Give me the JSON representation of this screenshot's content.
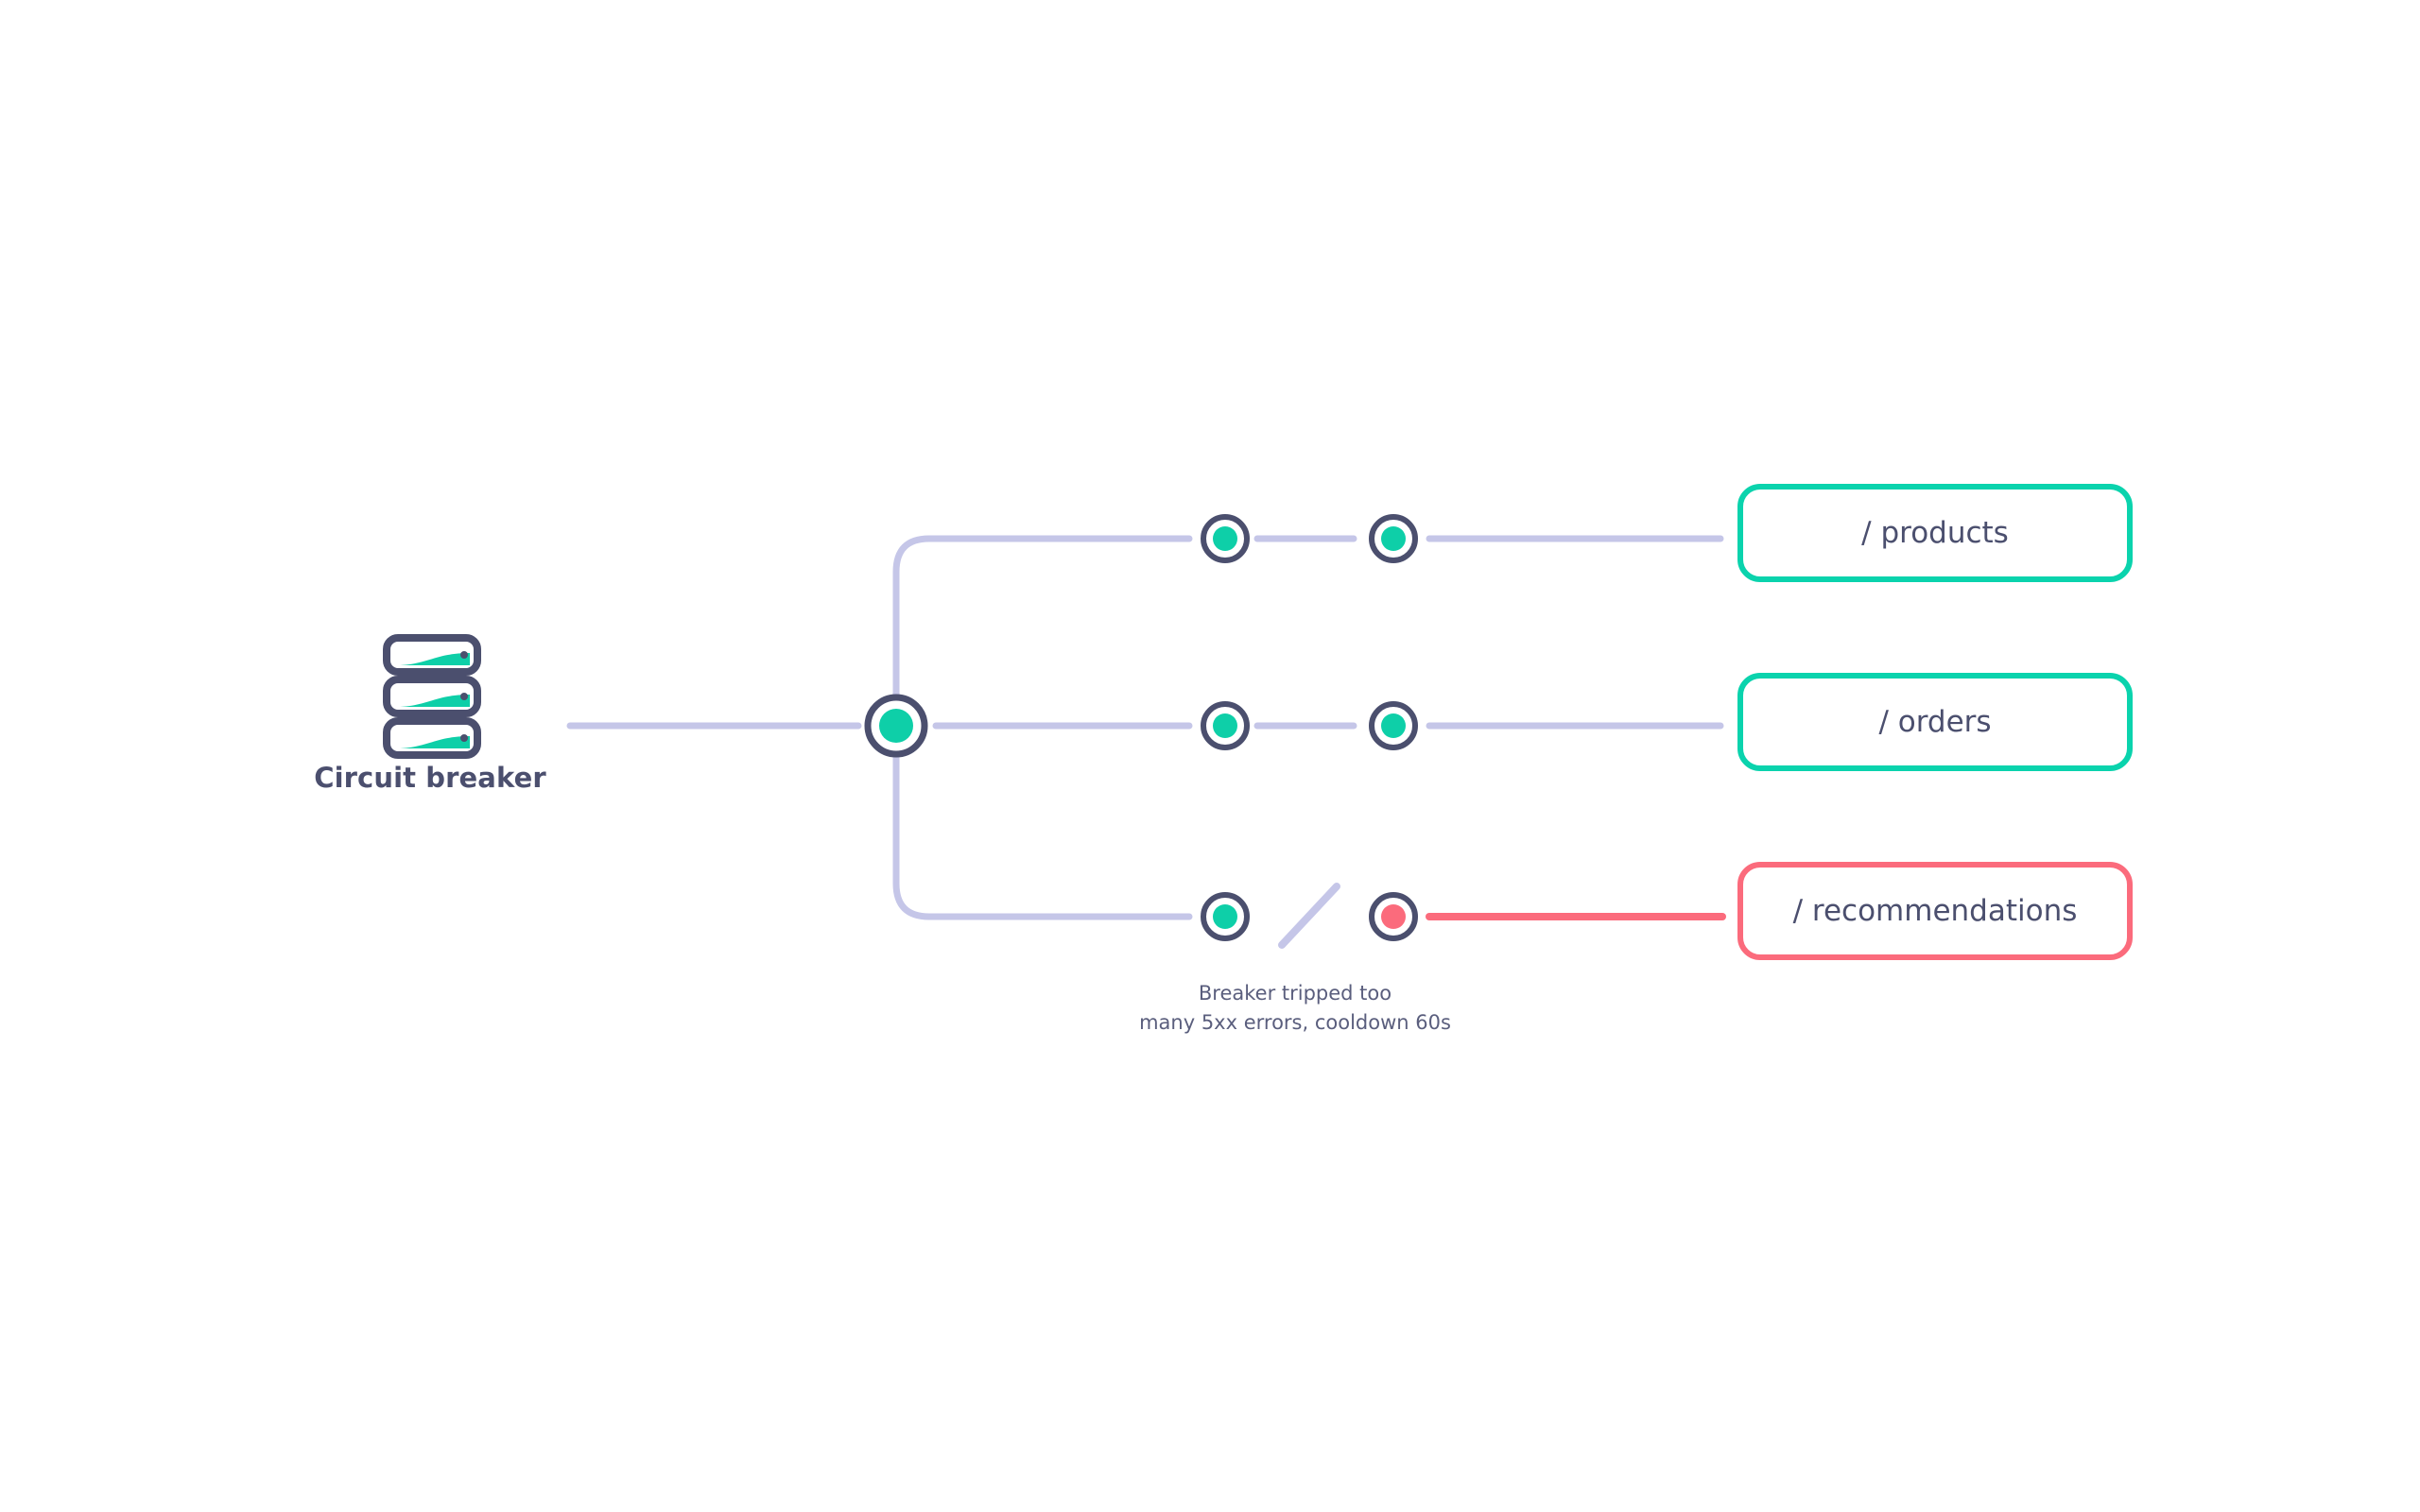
{
  "diagram": {
    "title_visible": false,
    "background": "#ffffff",
    "colors": {
      "teal": "#0ad3ad",
      "teal_node": "#0ecfa8",
      "red": "#fb6b7c",
      "navy": "#4b4f6e",
      "lavender": "#c5c6e8",
      "text": "#4b4f6e",
      "caption_text": "#5a5e7d"
    },
    "source": {
      "icon": "server-rack-icon",
      "label": "Circuit breaker",
      "rack_units": 3
    },
    "junction": {
      "name": "breaker-junction-node",
      "state": "closed",
      "fill": "#0ecfa8"
    },
    "rows": [
      {
        "id": "products",
        "label": "/ products",
        "status": "ok",
        "border_color": "#0ad3ad",
        "line_color": "#c5c6e8",
        "nodes": [
          {
            "name": "hop-node",
            "fill": "#0ecfa8",
            "state": "ok"
          },
          {
            "name": "hop-node",
            "fill": "#0ecfa8",
            "state": "ok"
          }
        ],
        "broken": false
      },
      {
        "id": "orders",
        "label": "/ orders",
        "status": "ok",
        "border_color": "#0ad3ad",
        "line_color": "#c5c6e8",
        "nodes": [
          {
            "name": "hop-node",
            "fill": "#0ecfa8",
            "state": "ok"
          },
          {
            "name": "hop-node",
            "fill": "#0ecfa8",
            "state": "ok"
          }
        ],
        "broken": false
      },
      {
        "id": "recommendations",
        "label": "/ recommendations",
        "status": "tripped",
        "border_color": "#fb6b7c",
        "line_color": "#fb6b7c",
        "nodes": [
          {
            "name": "hop-node",
            "fill": "#0ecfa8",
            "state": "ok"
          },
          {
            "name": "hop-node",
            "fill": "#fb6b7c",
            "state": "failed"
          }
        ],
        "broken": true,
        "break_icon": "break-slash-icon"
      }
    ],
    "caption": {
      "line1": "Breaker tripped too",
      "line2": "many 5xx errors, cooldown 60s"
    }
  }
}
